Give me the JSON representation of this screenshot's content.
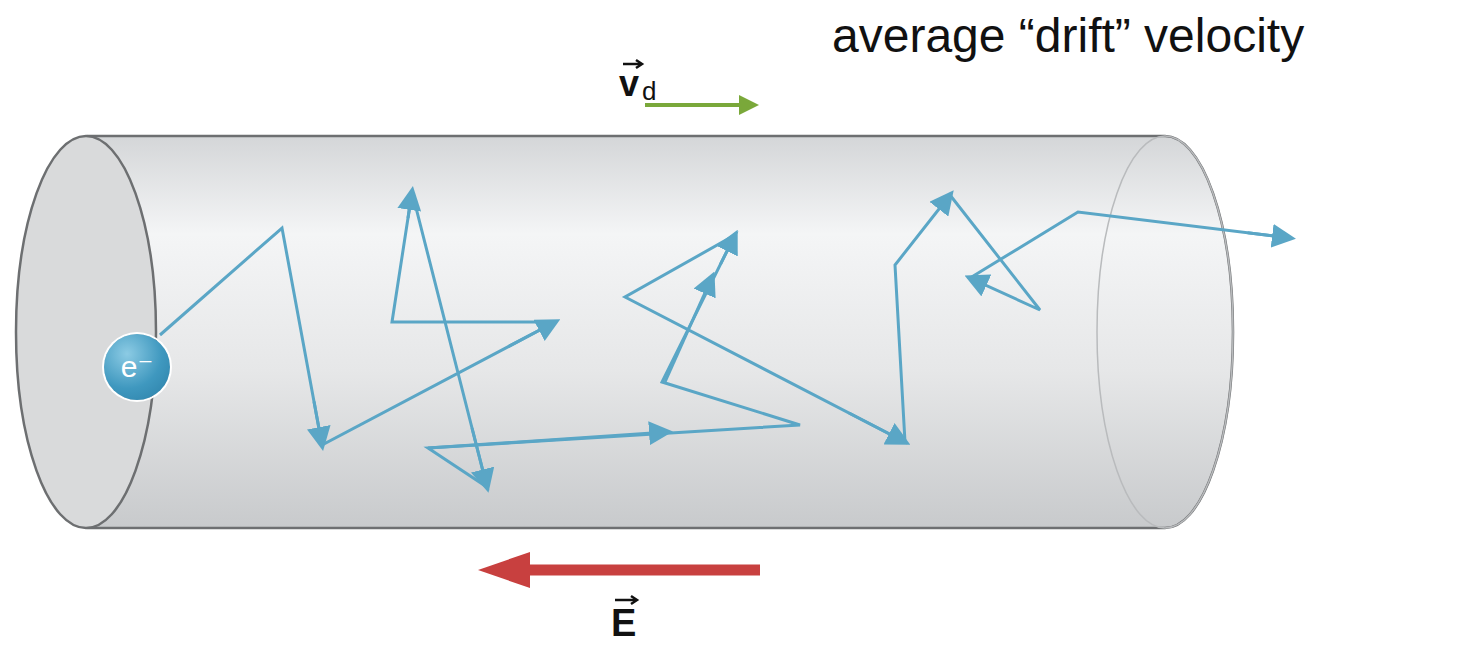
{
  "diagram": {
    "nodes": [
      {
        "text": [
          "e⁻"
        ]
      }
    ],
    "labels": [
      "average “drift” velocity",
      "v",
      "d",
      "E"
    ]
  }
}
